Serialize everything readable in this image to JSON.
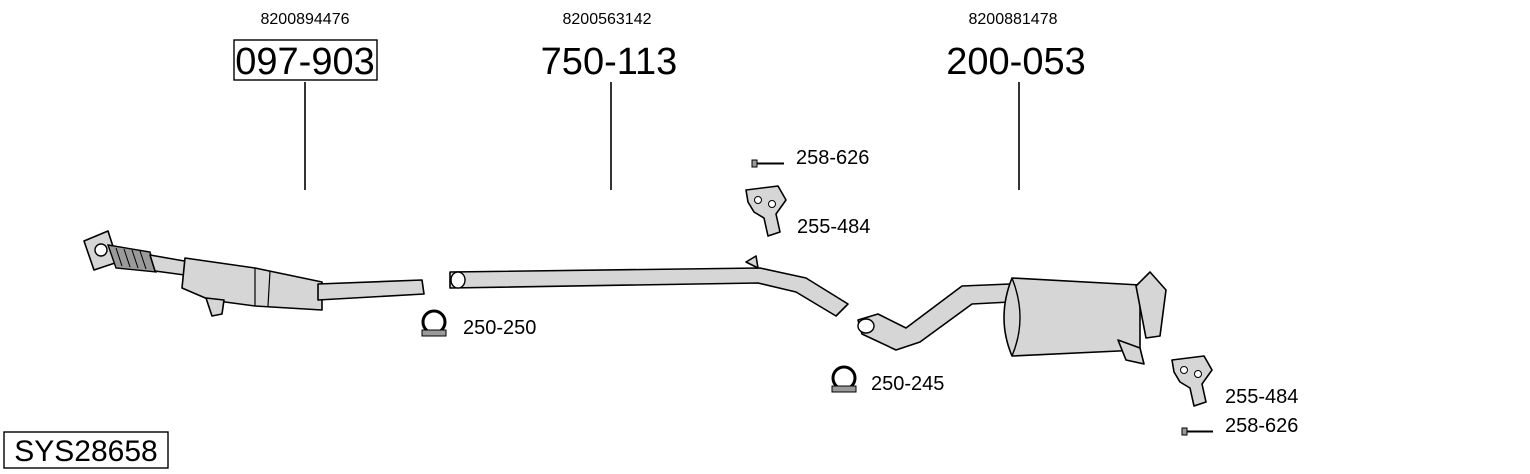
{
  "parts": [
    {
      "oe": "8200894476",
      "code": "097-903",
      "boxed": true
    },
    {
      "oe": "8200563142",
      "code": "750-113",
      "boxed": false
    },
    {
      "oe": "8200881478",
      "code": "200-053",
      "boxed": false
    }
  ],
  "accessories": [
    {
      "code": "258-626",
      "icon": "bolt-icon"
    },
    {
      "code": "255-484",
      "icon": "rubber-hanger-icon"
    },
    {
      "code": "250-250",
      "icon": "pipe-clamp-icon"
    },
    {
      "code": "250-245",
      "icon": "pipe-clamp-icon"
    },
    {
      "code": "255-484",
      "icon": "rubber-hanger-icon"
    },
    {
      "code": "258-626",
      "icon": "bolt-icon"
    }
  ],
  "system_code": "SYS28658",
  "colors": {
    "part_fill": "#d6d6d6",
    "outline": "#000000",
    "background": "#ffffff"
  }
}
